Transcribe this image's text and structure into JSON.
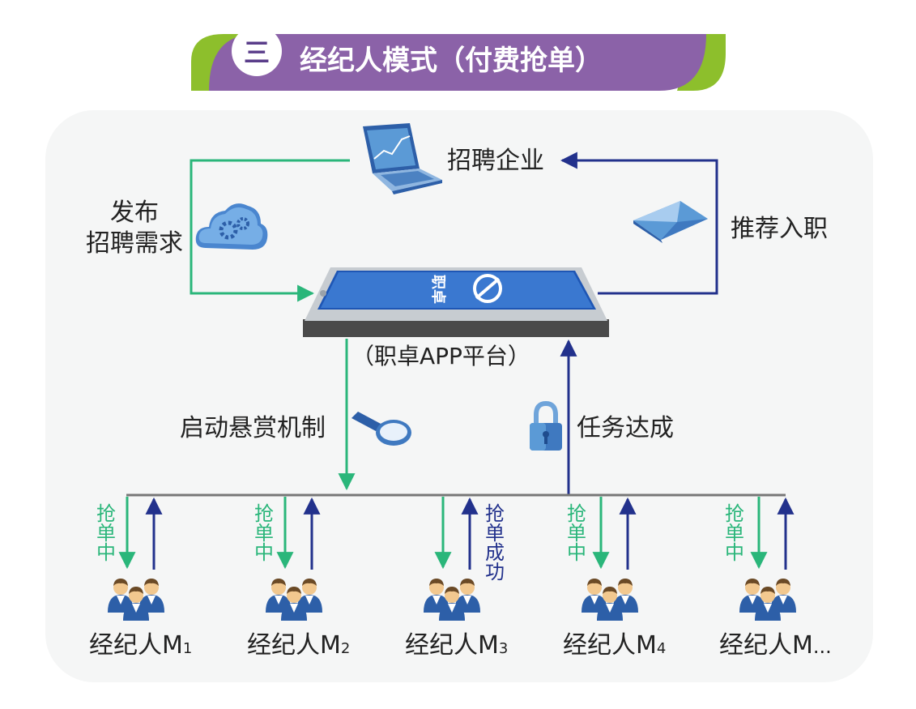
{
  "header": {
    "number": "三",
    "title": "经纪人模式（付费抢单）"
  },
  "nodes": {
    "company": "招聘企业",
    "platform_caption": "（职卓APP平台）",
    "platform_logo_text": "职卓",
    "publish_line1": "发布",
    "publish_line2": "招聘需求",
    "recommend": "推荐入职",
    "bounty": "启动悬赏机制",
    "task_done": "任务达成"
  },
  "agents": [
    {
      "name": "经纪人M",
      "sub": "1",
      "status": "抢单中"
    },
    {
      "name": "经纪人M",
      "sub": "2",
      "status": "抢单中"
    },
    {
      "name": "经纪人M",
      "sub": "3",
      "status": "抢单成功"
    },
    {
      "name": "经纪人M",
      "sub": "4",
      "status": "抢单中"
    },
    {
      "name": "经纪人M",
      "sub": "...",
      "status": "抢单中"
    }
  ],
  "colors": {
    "green_flow": "#2ab67a",
    "navy_flow": "#22318c",
    "banner_purple": "#8b62a8",
    "banner_green": "#8dbf2c",
    "panel_bg": "#f5f6f6"
  },
  "icons": [
    "laptop-icon",
    "cloud-gear-icon",
    "envelope-icon",
    "tablet-icon",
    "magnifier-icon",
    "lock-icon",
    "people-icon"
  ]
}
